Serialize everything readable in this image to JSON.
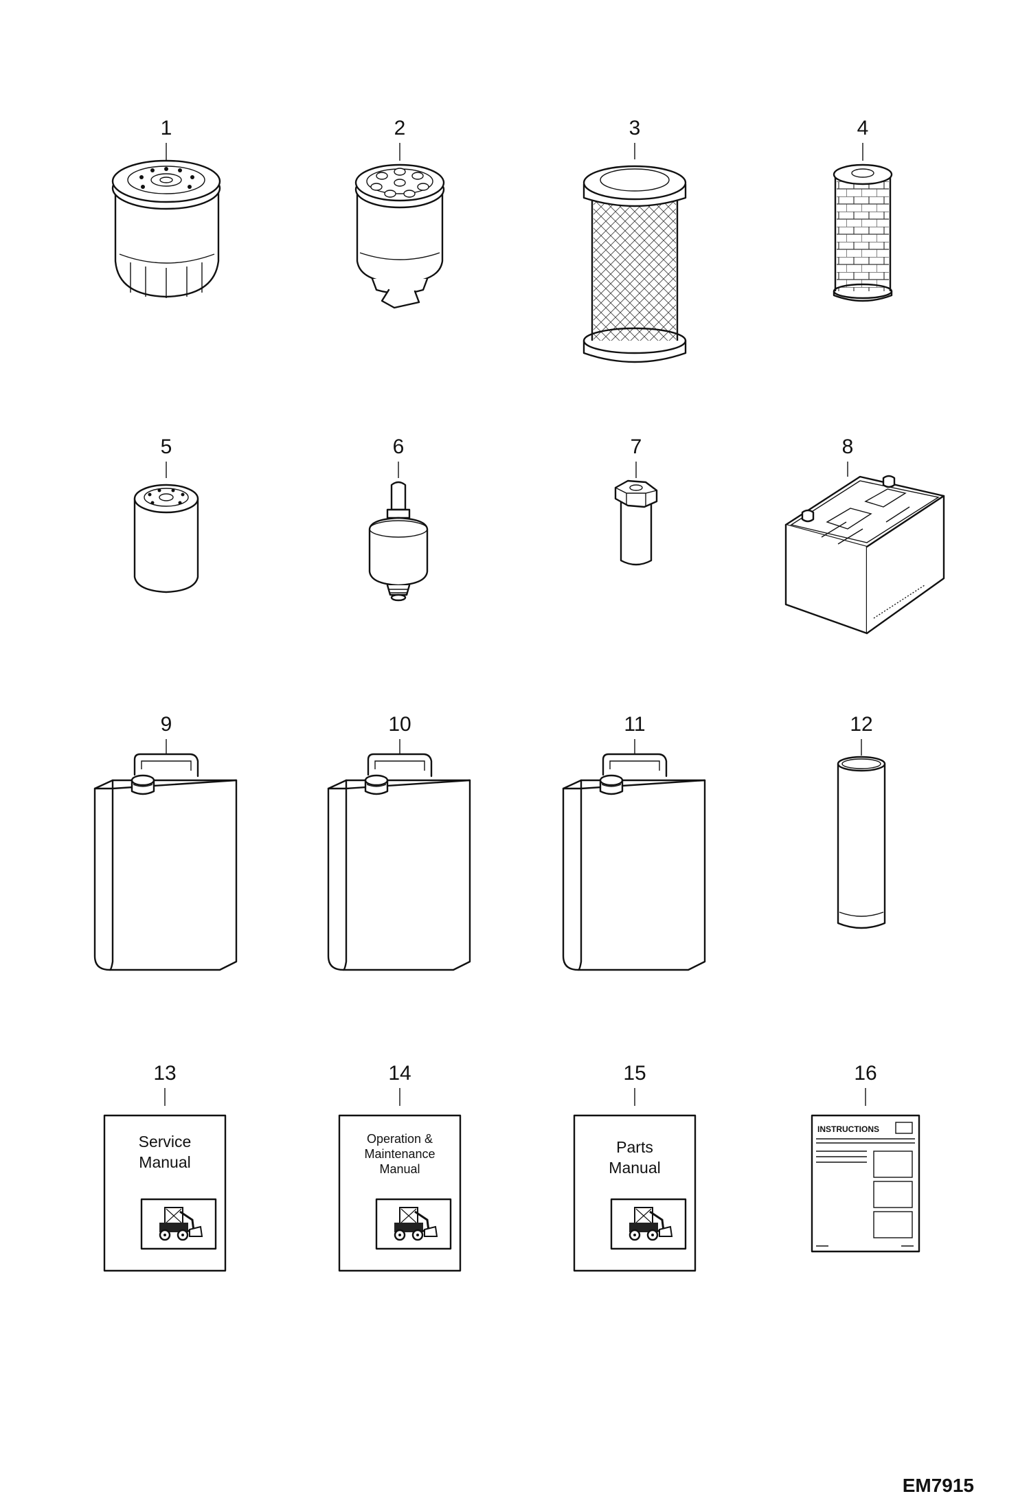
{
  "parts": [
    {
      "number": "1"
    },
    {
      "number": "2"
    },
    {
      "number": "3"
    },
    {
      "number": "4"
    },
    {
      "number": "5"
    },
    {
      "number": "6"
    },
    {
      "number": "7"
    },
    {
      "number": "8"
    },
    {
      "number": "9"
    },
    {
      "number": "10"
    },
    {
      "number": "11"
    },
    {
      "number": "12"
    },
    {
      "number": "13",
      "text_lines": [
        "Service",
        "Manual"
      ]
    },
    {
      "number": "14",
      "text_lines": [
        "Operation &",
        "Maintenance",
        "Manual"
      ]
    },
    {
      "number": "15",
      "text_lines": [
        "Parts",
        "Manual"
      ]
    },
    {
      "number": "16",
      "header": "INSTRUCTIONS"
    }
  ],
  "figure_code": "EM7915",
  "icons": [
    "skid-steer-loader-icon"
  ]
}
